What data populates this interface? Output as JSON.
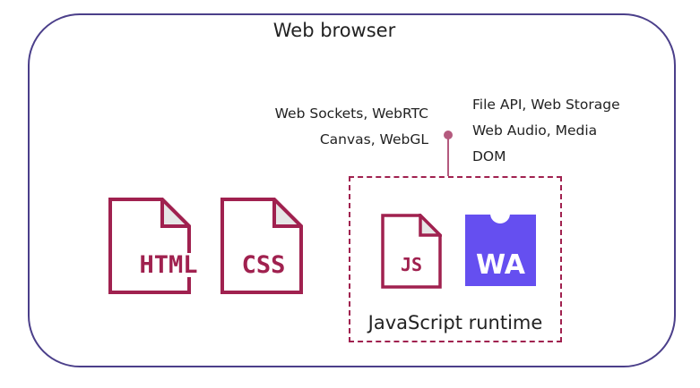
{
  "diagram": {
    "title": "Web browser",
    "apis_left": [
      "Web Sockets, WebRTC",
      "Canvas, WebGL"
    ],
    "apis_right": [
      "File API, Web Storage",
      "Web Audio, Media",
      "DOM"
    ],
    "runtime_label": "JavaScript runtime",
    "files": [
      {
        "label": "HTML",
        "icon": "html-file-icon"
      },
      {
        "label": "CSS",
        "icon": "css-file-icon"
      },
      {
        "label": "JS",
        "icon": "js-file-icon"
      }
    ],
    "wasm_logo": {
      "label": "WA",
      "icon": "webassembly-logo"
    },
    "colors": {
      "frame": "#4b3f8a",
      "accent": "#a0214f",
      "connector": "#b45a7e",
      "wasm": "#654ff0",
      "text": "#222222"
    }
  }
}
